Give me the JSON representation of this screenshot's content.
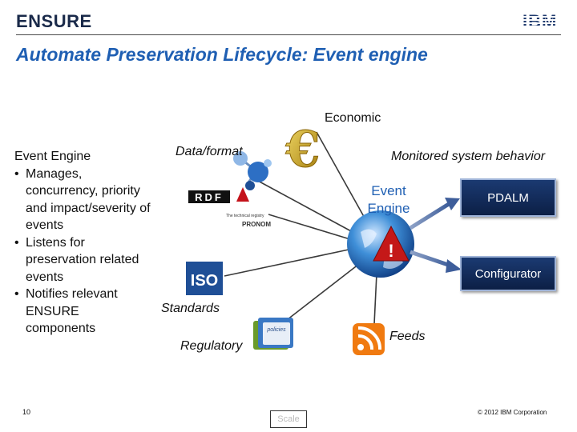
{
  "header": {
    "logo_left": "ENSURE",
    "logo_right": "IBM",
    "title": "Automate Preservation Lifecycle: Event engine"
  },
  "bullets": {
    "heading": "Event Engine",
    "items": [
      "Manages, concurrency, priority and impact/severity of events",
      "Listens for preservation related events",
      "Notifies relevant ENSURE components"
    ]
  },
  "diagram": {
    "hub_label": "Event Engine",
    "sources": {
      "economic": "Economic",
      "data_format": "Data/format",
      "monitored": "Monitored system behavior",
      "standards": "Standards",
      "regulatory": "Regulatory",
      "feeds": "Feeds"
    },
    "targets": {
      "pdalm": "PDALM",
      "configurator": "Configurator"
    },
    "icons": {
      "rdf": "RDF",
      "pronom_line1": "The technical registry",
      "pronom_line2": "PRONOM",
      "iso": "ISO",
      "policies": "policies",
      "euro": "€"
    }
  },
  "footer": {
    "page_number": "10",
    "scale_label": "Scale",
    "copyright": "© 2012 IBM Corporation"
  },
  "colors": {
    "title": "#1f5fb3",
    "box_fill": "#132c5a",
    "connector": "#3a3a3a",
    "feed_orange": "#f07a10",
    "euro_gold": "#c9a21a"
  }
}
